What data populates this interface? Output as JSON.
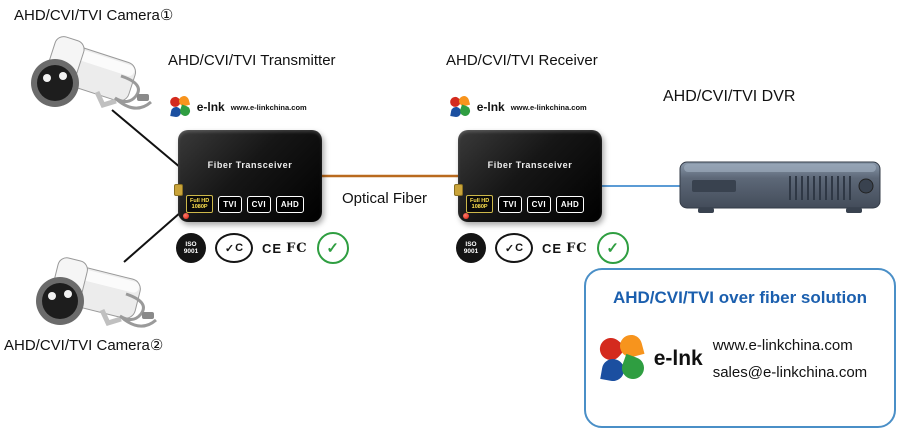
{
  "labels": {
    "camera1": "AHD/CVI/TVI Camera①",
    "camera2": "AHD/CVI/TVI Camera②",
    "transmitter": "AHD/CVI/TVI Transmitter",
    "receiver": "AHD/CVI/TVI Receiver",
    "dvr": "AHD/CVI/TVI DVR",
    "optical_fiber": "Optical Fiber"
  },
  "device": {
    "brand": "e-lnk",
    "website": "www.e-linkchina.com",
    "panel_title": "Fiber Transceiver",
    "badge_line1": "Full HD",
    "badge_line2": "1080P",
    "ports": [
      "TVI",
      "CVI",
      "AHD"
    ]
  },
  "certs": {
    "iso_top": "ISO",
    "iso_bottom": "9001",
    "ctick_letter": "C",
    "check_glyph": "✓",
    "ce": "CE",
    "fcc": "FC"
  },
  "solution_box": {
    "title": "AHD/CVI/TVI over fiber solution",
    "brand": "e-lnk",
    "website": "www.e-linkchina.com",
    "email": "sales@e-linkchina.com"
  },
  "colors": {
    "fiber_line": "#b96a1e",
    "dvr_line": "#5b9bd5",
    "box_border": "#4a8fc7",
    "title_blue": "#1b5fae"
  }
}
